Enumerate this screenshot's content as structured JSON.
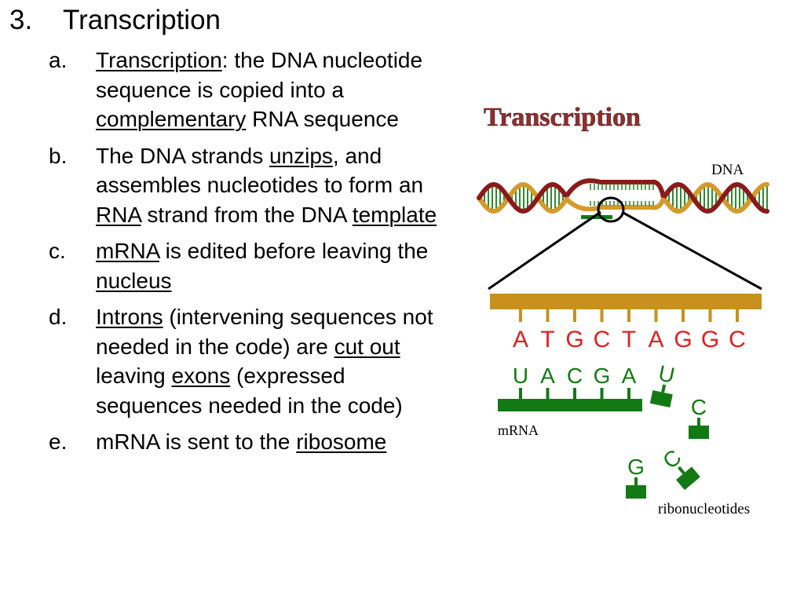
{
  "slide": {
    "number": "3.",
    "title": "Transcription",
    "items": [
      {
        "marker": "a.",
        "parts": [
          {
            "t": "Transcription",
            "u": true
          },
          {
            "t": ": the DNA nucleotide sequence is copied into a "
          },
          {
            "t": "complementary",
            "u": true
          },
          {
            "t": " RNA sequence"
          }
        ]
      },
      {
        "marker": "b.",
        "parts": [
          {
            "t": "The DNA strands "
          },
          {
            "t": "unzips",
            "u": true
          },
          {
            "t": ", and assembles nucleotides to form an "
          },
          {
            "t": "RNA",
            "u": true
          },
          {
            "t": " strand from the DNA "
          },
          {
            "t": "template",
            "u": true
          }
        ]
      },
      {
        "marker": "c.",
        "parts": [
          {
            "t": "mRNA",
            "u": true
          },
          {
            "t": " is edited before leaving the "
          },
          {
            "t": "nucleus",
            "u": true
          }
        ]
      },
      {
        "marker": "d.",
        "parts": [
          {
            "t": "Introns",
            "u": true
          },
          {
            "t": " (intervening sequences not needed in the code) are "
          },
          {
            "t": "cut out",
            "u": true
          },
          {
            "t": " leaving "
          },
          {
            "t": "exons",
            "u": true
          },
          {
            "t": " (expressed sequences needed in the code)"
          }
        ]
      },
      {
        "marker": "e.",
        "parts": [
          {
            "t": "mRNA is sent to the "
          },
          {
            "t": "ribosome",
            "u": true
          }
        ]
      }
    ]
  },
  "diagram": {
    "title": "Transcription",
    "dna_label": "DNA",
    "mrna_label": "mRNA",
    "ribo_label": "ribonucleotides",
    "template_bases": [
      "A",
      "T",
      "G",
      "C",
      "T",
      "A",
      "G",
      "G",
      "C"
    ],
    "mrna_bases": [
      "U",
      "A",
      "C",
      "G",
      "A"
    ],
    "free_bases": [
      "U",
      "C",
      "C",
      "G"
    ],
    "colors": {
      "dna_backbone_gold": "#d49a2a",
      "dna_backbone_red": "#8b1a1a",
      "rung_green": "#2e8b2e",
      "template_bar": "#c8901e",
      "base_red": "#e02020",
      "mrna_green": "#137a13",
      "title_red": "#8e2f2f"
    }
  }
}
